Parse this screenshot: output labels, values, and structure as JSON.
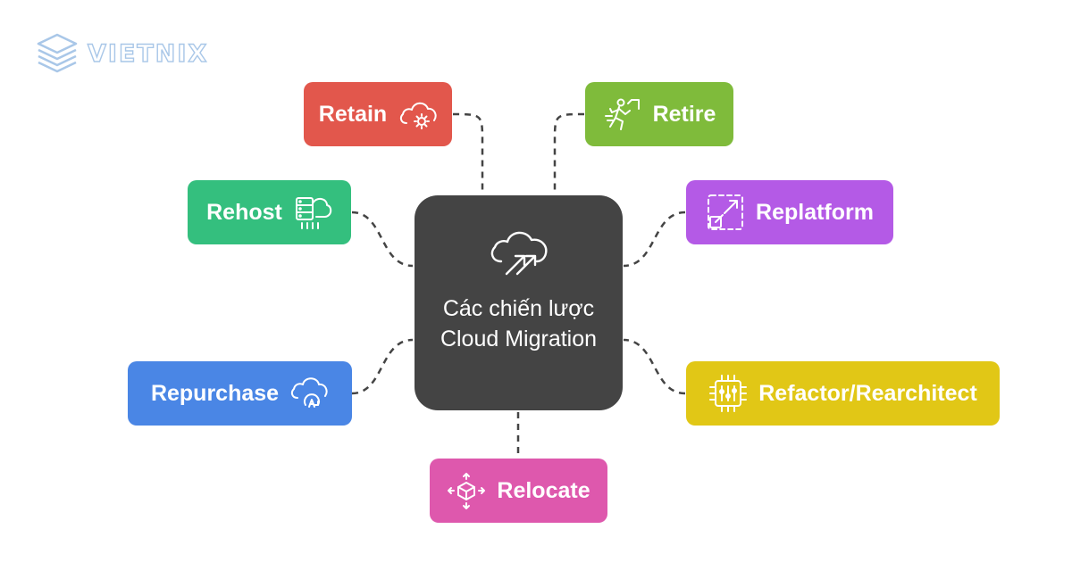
{
  "brand": {
    "name": "VIETNIX",
    "logo_icon": "stacked-layers-icon"
  },
  "center": {
    "title": "Các chiến lược Cloud Migration",
    "icon": "cloud-arrows-icon"
  },
  "strategies": [
    {
      "id": "retain",
      "label": "Retain",
      "icon": "cloud-gear-icon",
      "color": "#e2574c"
    },
    {
      "id": "retire",
      "label": "Retire",
      "icon": "running-person-icon",
      "color": "#7fbb3b"
    },
    {
      "id": "rehost",
      "label": "Rehost",
      "icon": "server-cloud-icon",
      "color": "#34bf7e"
    },
    {
      "id": "replatform",
      "label": "Replatform",
      "icon": "expand-arrows-icon",
      "color": "#b45ae6"
    },
    {
      "id": "repurchase",
      "label": "Repurchase",
      "icon": "cloud-refresh-icon",
      "color": "#4a86e5"
    },
    {
      "id": "refactor",
      "label": "Refactor/Rearchitect",
      "icon": "chip-icon",
      "color": "#e1c716"
    },
    {
      "id": "relocate",
      "label": "Relocate",
      "icon": "cube-move-icon",
      "color": "#de58ad"
    }
  ]
}
